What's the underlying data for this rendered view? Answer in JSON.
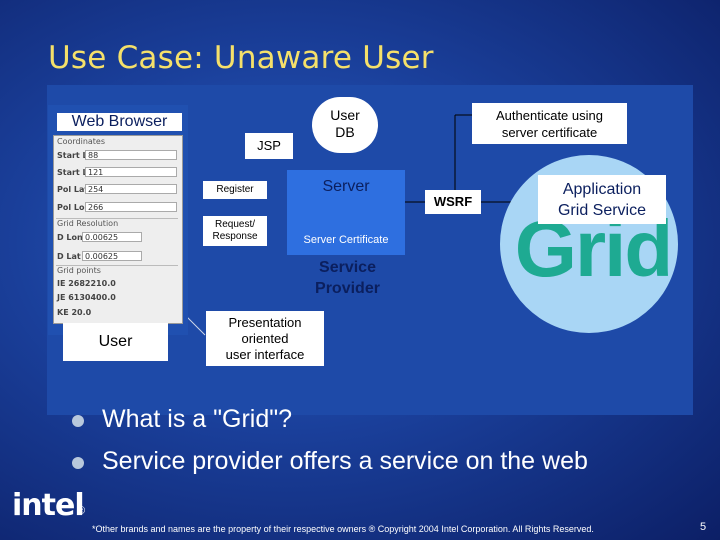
{
  "slide": {
    "title": "Use Case: Unaware User",
    "page_number": "5",
    "footer": "*Other brands and names are the property of their respective owners ® Copyright 2004 Intel Corporation. All Rights Reserved.",
    "logo_text": "intel",
    "logo_mark": "®"
  },
  "diagram": {
    "web_browser": "Web Browser",
    "jsp": "JSP",
    "user_db_line1": "User",
    "user_db_line2": "DB",
    "authenticate_line1": "Authenticate using",
    "authenticate_line2": "server certificate",
    "register": "Register",
    "request_line1": "Request/",
    "request_line2": "Response",
    "server": "Server",
    "server_certificate": "Server Certificate",
    "service_provider_line1": "Service",
    "service_provider_line2": "Provider",
    "wsrf": "WSRF",
    "grid": "Grid",
    "application_line1": "Application",
    "application_line2": "Grid Service",
    "user": "User",
    "presentation_line1": "Presentation",
    "presentation_line2": "oriented",
    "presentation_line3": "user interface"
  },
  "screenshot": {
    "coordinates": "Coordinates",
    "start_lat_label": "Start Lat",
    "start_lat_value": "88",
    "start_lon_label": "Start Lon",
    "start_lon_value": "121",
    "pol_lat_label": "Pol Lat",
    "pol_lat_value": "254",
    "pol_lon_label": "Pol Lon",
    "pol_lon_value": "266",
    "grid_resolution": "Grid Resolution",
    "d_lon_label": "D Lon",
    "d_lon_value": "0.00625",
    "d_lat_label": "D Lat",
    "d_lat_value": "0.00625",
    "grid_points": "Grid points",
    "ie": "IE  2682210.0",
    "je": "JE  6130400.0",
    "ke": "KE  20.0"
  },
  "bullets": [
    "What is a \"Grid\"?",
    "Service provider offers a service on the web"
  ]
}
